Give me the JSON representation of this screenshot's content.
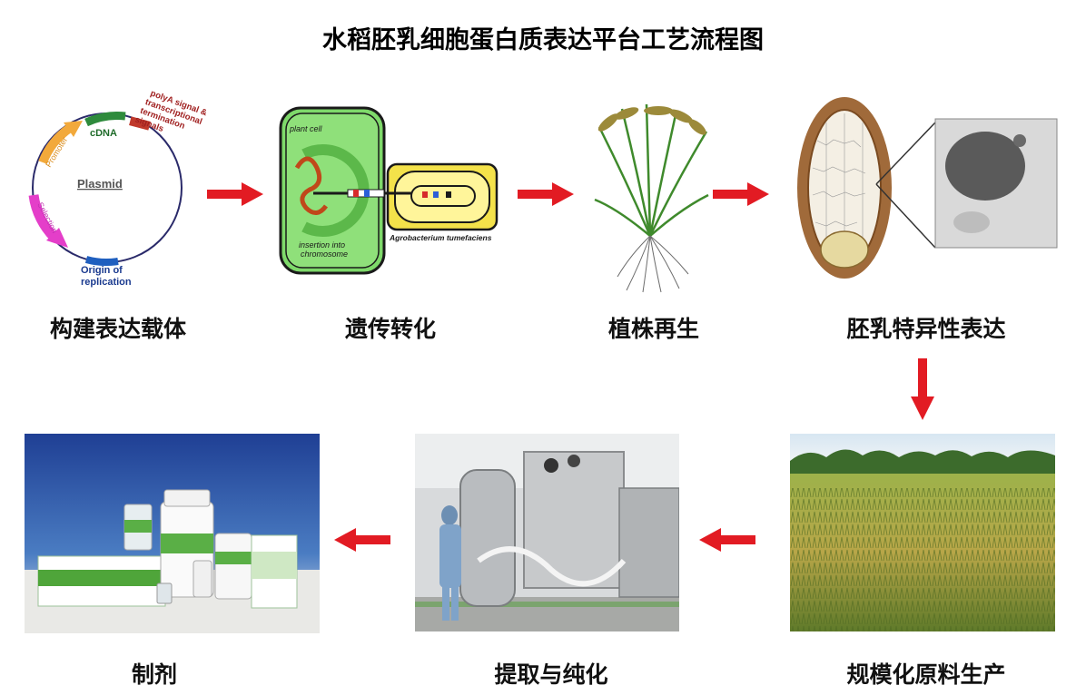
{
  "title": "水稻胚乳细胞蛋白质表达平台工艺流程图",
  "steps": [
    {
      "label": "构建表达载体"
    },
    {
      "label": "遗传转化"
    },
    {
      "label": "植株再生"
    },
    {
      "label": "胚乳特异性表达"
    },
    {
      "label": "规模化原料生产"
    },
    {
      "label": "提取与纯化"
    },
    {
      "label": "制剂"
    }
  ],
  "plasmid": {
    "name": "Plasmid",
    "cdna": "cDNA",
    "polya": [
      "polyA signal &",
      "transcriptional",
      "termination",
      "signals"
    ],
    "promoter": "Promoter",
    "selection": "Selection",
    "origin": [
      "Origin of",
      "replication"
    ]
  },
  "transform": {
    "plant_cell": "plant cell",
    "insertion": [
      "insertion into",
      "chromosome"
    ],
    "agro": "Agrobacterium tumefaciens"
  },
  "colors": {
    "arrow": "#e21b23",
    "cell_green": "#7ed96a",
    "agro_yellow": "#f4e24a",
    "plasmid_text": "#0b3a8a"
  }
}
